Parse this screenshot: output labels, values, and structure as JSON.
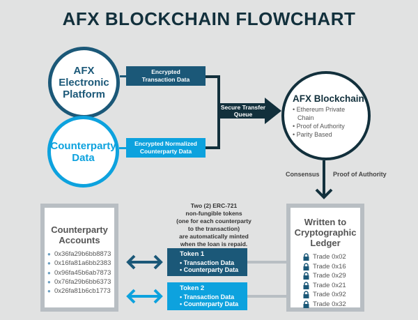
{
  "title": "AFX BLOCKCHAIN FLOWCHART",
  "colors": {
    "dark_navy": "#12303c",
    "dark_blue": "#1b5878",
    "light_blue": "#0da2de",
    "panel_border": "#b8bec3",
    "background": "#e1e2e2"
  },
  "nodes": {
    "afx_platform": {
      "lines": [
        "AFX",
        "Electronic",
        "Platform"
      ]
    },
    "counterparty_data": {
      "lines": [
        "Counterparty",
        "Data"
      ]
    },
    "blockchain": {
      "heading": "AFX Blockchain",
      "bullets": [
        "• Ethereum Private",
        "Chain",
        "• Proof of Authority",
        "• Parity Based"
      ]
    }
  },
  "edges": {
    "encrypted_transaction": [
      "Encrypted",
      "Transaction Data"
    ],
    "encrypted_counterparty": [
      "Encrypted Normalized",
      "Counterparty Data"
    ],
    "secure_queue": [
      "Secure Transfer",
      "Queue"
    ],
    "consensus_label": "Consensus",
    "consensus_value": "Proof of Authority"
  },
  "accounts": {
    "heading": [
      "Counterparty",
      "Accounts"
    ],
    "icon": "coins-icon",
    "items": [
      "0x36fa29b6bb8873",
      "0x16fa81a6bb2383",
      "0x96fa45b6ab7873",
      "0x76fa29b6bb6373",
      "0x26fa81b6cb1773"
    ]
  },
  "note": [
    "Two (2) ERC-721",
    "non-fungible tokens",
    "(one for each counterparty",
    "to the transaction)",
    "are automatically minted",
    "when the loan is repaid."
  ],
  "tokens": [
    {
      "title": "Token 1",
      "items": [
        "• Transaction Data",
        "• Counterparty Data"
      ]
    },
    {
      "title": "Token 2",
      "items": [
        "• Transaction Data",
        "• Counterparty Data"
      ]
    }
  ],
  "ledger": {
    "heading": [
      "Written to",
      "Cryptographic",
      "Ledger"
    ],
    "icon": "lock-icon",
    "items": [
      "Trade 0x02",
      "Trade 0x16",
      "Trade 0x29",
      "Trade 0x21",
      "Trade 0x92",
      "Trade 0x32"
    ]
  }
}
